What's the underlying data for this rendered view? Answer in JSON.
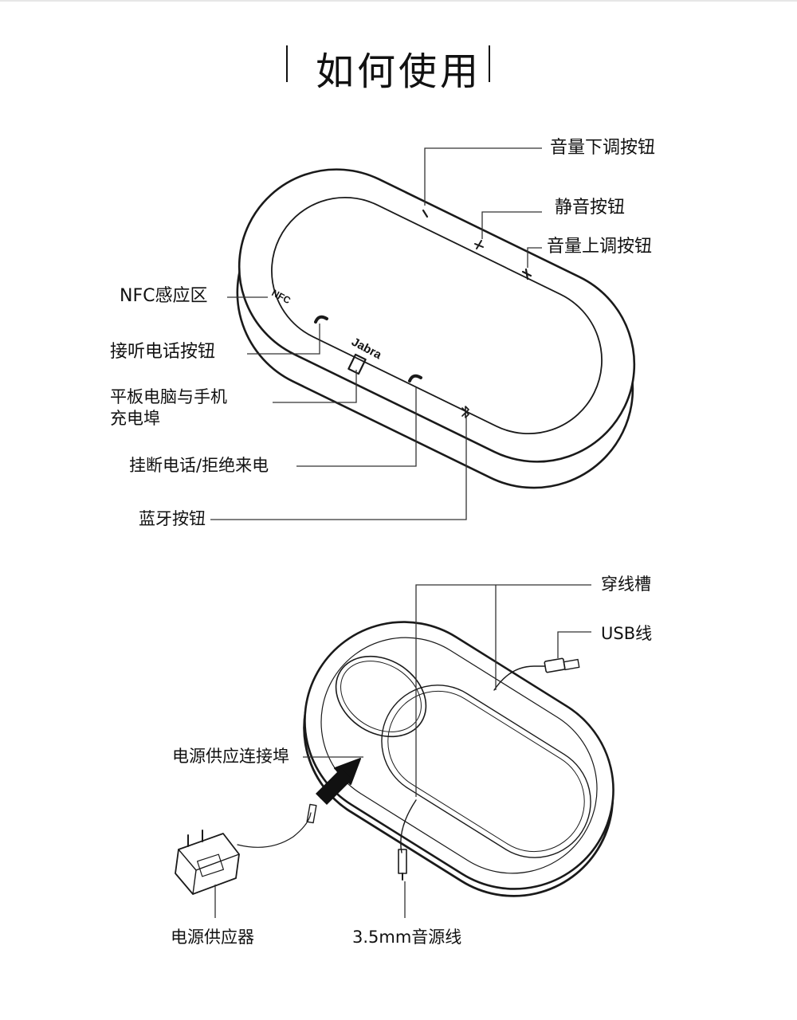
{
  "title": "如何使用",
  "top_diagram": {
    "device_marks": {
      "nfc": "NFC",
      "brand": "Jabra"
    },
    "labels": {
      "volume_down": "音量下调按钮",
      "mute": "静音按钮",
      "volume_up": "音量上调按钮",
      "nfc_zone": "NFC感应区",
      "answer_call": "接听电话按钮",
      "charge_port_line1": "平板电脑与手机",
      "charge_port_line2": "充电埠",
      "end_reject_call": "挂断电话/拒绝来电",
      "bluetooth": "蓝牙按钮"
    }
  },
  "bottom_diagram": {
    "labels": {
      "cable_groove": "穿线槽",
      "usb_cable": "USB线",
      "power_port": "电源供应连接埠",
      "power_supply": "电源供应器",
      "audio_cable": "3.5mm音源线"
    }
  }
}
